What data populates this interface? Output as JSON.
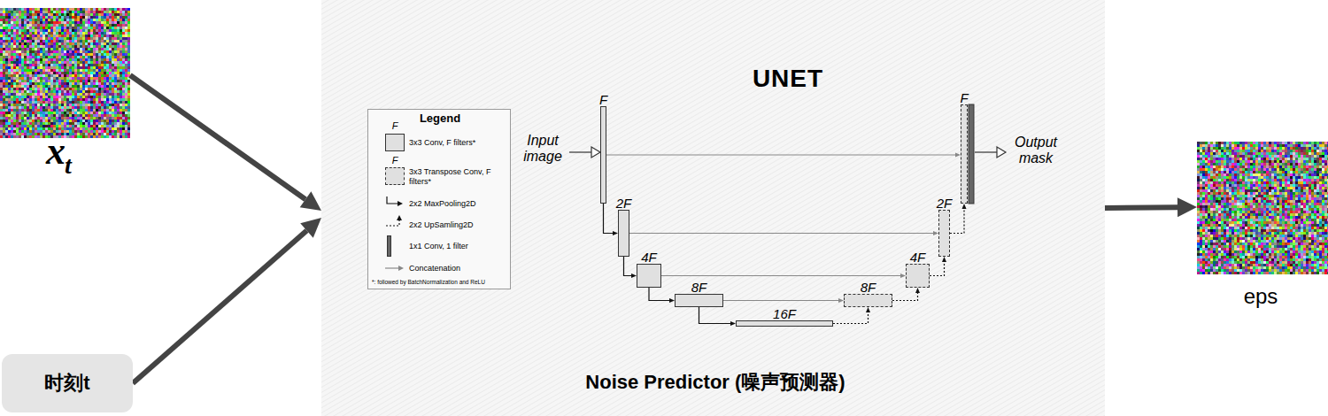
{
  "diagram": {
    "nodes": [
      {
        "text": [
          "x",
          "t"
        ]
      },
      {
        "text": [
          "时刻t"
        ]
      },
      {
        "text": [
          "UNET",
          "Noise Predictor (噪声预测器)"
        ]
      },
      {
        "text": [
          "Legend"
        ],
        "in": 2
      },
      {
        "text": [
          "F"
        ],
        "in": 2
      },
      {
        "text": [
          "2F"
        ],
        "in": 2
      },
      {
        "text": [
          "4F"
        ],
        "in": 2
      },
      {
        "text": [
          "8F"
        ],
        "in": 2
      },
      {
        "text": [
          "16F"
        ],
        "in": 2
      },
      {
        "text": [
          "8F"
        ],
        "in": 2
      },
      {
        "text": [
          "4F"
        ],
        "in": 2
      },
      {
        "text": [
          "2F"
        ],
        "in": 2
      },
      {
        "text": [
          "F"
        ],
        "in": 2
      },
      {
        "text": [
          "eps"
        ]
      }
    ],
    "edges": [
      {
        "from": 0,
        "to": 2,
        "arrow": "to"
      },
      {
        "from": 1,
        "to": 2,
        "arrow": "to"
      },
      {
        "from": 2,
        "to": 13,
        "arrow": "to"
      },
      {
        "from": 4,
        "to": 5,
        "arrow": "to"
      },
      {
        "from": 5,
        "to": 6,
        "arrow": "to"
      },
      {
        "from": 6,
        "to": 7,
        "arrow": "to"
      },
      {
        "from": 7,
        "to": 8,
        "arrow": "to"
      },
      {
        "from": 8,
        "to": 9,
        "arrow": "to"
      },
      {
        "from": 9,
        "to": 10,
        "arrow": "to"
      },
      {
        "from": 10,
        "to": 11,
        "arrow": "to"
      },
      {
        "from": 11,
        "to": 12,
        "arrow": "to"
      },
      {
        "from": 4,
        "to": 12,
        "arrow": "to"
      },
      {
        "from": 5,
        "to": 11,
        "arrow": "to"
      },
      {
        "from": 6,
        "to": 10,
        "arrow": "to"
      },
      {
        "from": 7,
        "to": 9,
        "arrow": "to"
      }
    ],
    "labels": [
      "F",
      "F",
      "*: followed by BatchNormalization and ReLU",
      "Input image",
      "Output mask"
    ],
    "legend": [
      {
        "text": "3x3 Conv, F filters*",
        "color": "#e0e0e0"
      },
      {
        "text": "3x3 Transpose Conv, F filters*",
        "color": "#e0e0e0"
      },
      {
        "text": "2x2 MaxPooling2D"
      },
      {
        "text": "2x2 UpSamling2D"
      },
      {
        "text": "1x1 Conv, 1 filter",
        "color": "#666666"
      },
      {
        "text": "Concatenation"
      }
    ]
  }
}
